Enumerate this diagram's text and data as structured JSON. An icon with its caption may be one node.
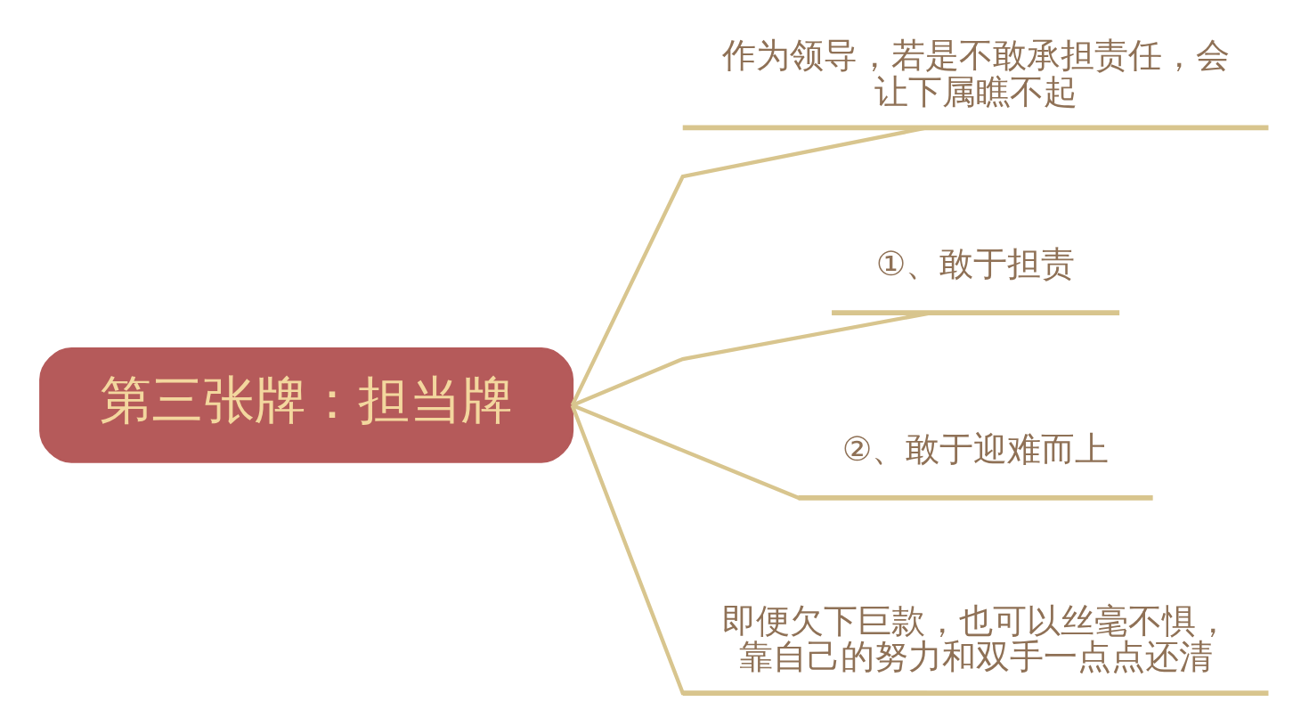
{
  "diagram": {
    "nodes": [
      {
        "text": [
          "第三张牌：担当牌"
        ]
      },
      {
        "text": [
          "作为领导，若是不敢承担责任，会让下属瞧不起"
        ]
      },
      {
        "text": [
          "①、敢于担责"
        ]
      },
      {
        "text": [
          "②、敢于迎难而上"
        ]
      },
      {
        "text": [
          "即便欠下巨款，也可以丝毫不惧，靠自己的努力和双手一点点还清"
        ]
      }
    ],
    "edges": [
      {
        "from": 0,
        "to": 1,
        "arrow": "none"
      },
      {
        "from": 0,
        "to": 2,
        "arrow": "none"
      },
      {
        "from": 0,
        "to": 3,
        "arrow": "none"
      },
      {
        "from": 0,
        "to": 4,
        "arrow": "none"
      }
    ]
  }
}
